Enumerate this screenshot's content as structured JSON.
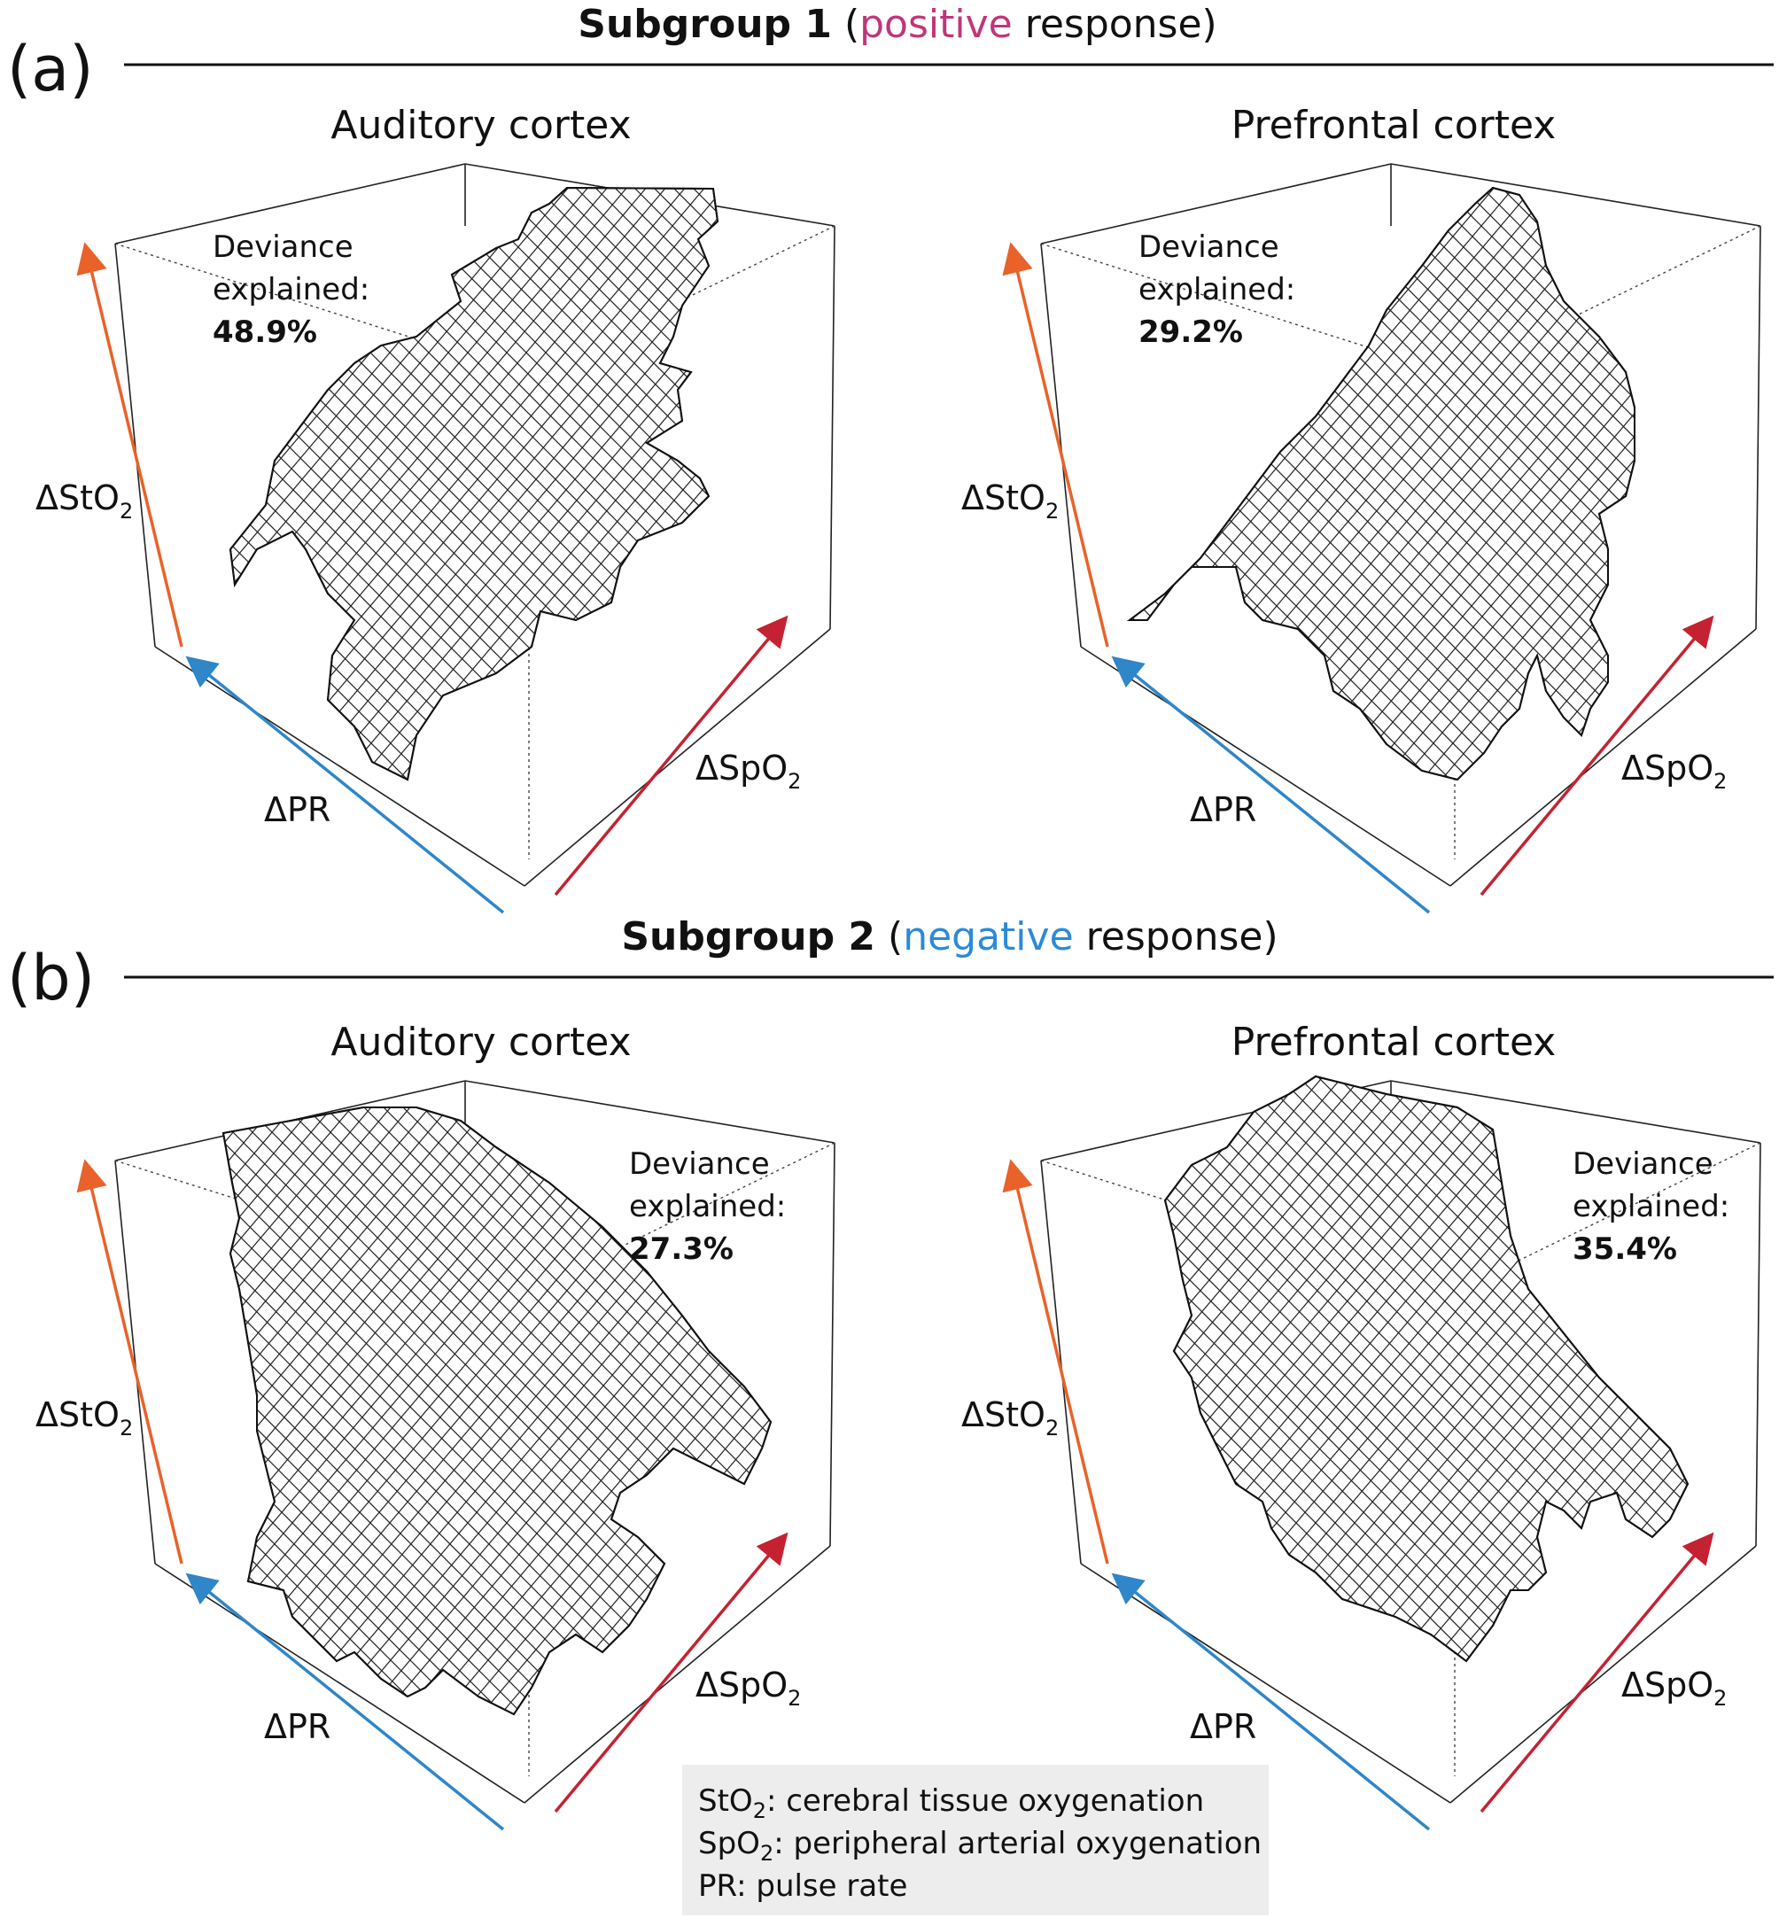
{
  "figure": {
    "rows": [
      {
        "letter": "(a)",
        "header": {
          "prefix": "Subgroup 1",
          "open": " (",
          "keyword": "positive",
          "keyword_color": "#c0367a",
          "suffix": " response)"
        },
        "panels": [
          {
            "title": "Auditory cortex",
            "deviance_label_1": "Deviance",
            "deviance_label_2": "explained:",
            "deviance_value": "48.9%"
          },
          {
            "title": "Prefrontal cortex",
            "deviance_label_1": "Deviance",
            "deviance_label_2": "explained:",
            "deviance_value": "29.2%"
          }
        ]
      },
      {
        "letter": "(b)",
        "header": {
          "prefix": "Subgroup 2",
          "open": " (",
          "keyword": "negative",
          "keyword_color": "#2b8ad8",
          "suffix": " response)"
        },
        "panels": [
          {
            "title": "Auditory cortex",
            "deviance_label_1": "Deviance",
            "deviance_label_2": "explained:",
            "deviance_value": "27.3%"
          },
          {
            "title": "Prefrontal cortex",
            "deviance_label_1": "Deviance",
            "deviance_label_2": "explained:",
            "deviance_value": "35.4%"
          }
        ]
      }
    ],
    "axes": {
      "z": {
        "prefix": "ΔStO",
        "sub": "2",
        "color": "#e8622a"
      },
      "x": {
        "prefix": "ΔPR",
        "sub": "",
        "color": "#2f86c8"
      },
      "y": {
        "prefix": "ΔSpO",
        "sub": "2",
        "color": "#c42232"
      }
    },
    "legend": [
      {
        "abbr": "StO",
        "sub": "2",
        "text": ": cerebral tissue oxygenation",
        "color": "#e8453a"
      },
      {
        "abbr": "SpO",
        "sub": "2",
        "text": ": peripheral arterial oxygenation",
        "color": "#c0202e"
      },
      {
        "abbr": "PR",
        "sub": "",
        "text": ": pulse rate",
        "color": "#2f86c8"
      }
    ]
  },
  "chart_data": [
    {
      "type": "surface",
      "title": "Auditory cortex",
      "row": "Subgroup 1",
      "xlabel": "ΔPR",
      "ylabel": "ΔSpO2",
      "zlabel": "ΔStO2",
      "deviance_explained_percent": 48.9
    },
    {
      "type": "surface",
      "title": "Prefrontal cortex",
      "row": "Subgroup 1",
      "xlabel": "ΔPR",
      "ylabel": "ΔSpO2",
      "zlabel": "ΔStO2",
      "deviance_explained_percent": 29.2
    },
    {
      "type": "surface",
      "title": "Auditory cortex",
      "row": "Subgroup 2",
      "xlabel": "ΔPR",
      "ylabel": "ΔSpO2",
      "zlabel": "ΔStO2",
      "deviance_explained_percent": 27.3
    },
    {
      "type": "surface",
      "title": "Prefrontal cortex",
      "row": "Subgroup 2",
      "xlabel": "ΔPR",
      "ylabel": "ΔSpO2",
      "zlabel": "ΔStO2",
      "deviance_explained_percent": 35.4
    }
  ]
}
